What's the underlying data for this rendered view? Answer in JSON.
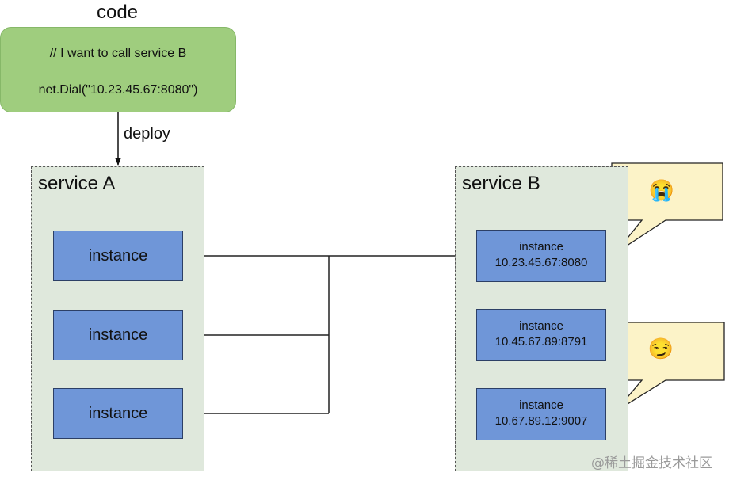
{
  "code": {
    "title": "code",
    "line1": "// I want to call service B",
    "line2": "net.Dial(\"10.23.45.67:8080\")"
  },
  "deploy_label": "deploy",
  "service_a": {
    "label": "service A",
    "instances": [
      "instance",
      "instance",
      "instance"
    ]
  },
  "service_b": {
    "label": "service B",
    "instances": [
      {
        "label": "instance",
        "address": "10.23.45.67:8080"
      },
      {
        "label": "instance",
        "address": "10.45.67.89:8791"
      },
      {
        "label": "instance",
        "address": "10.67.89.12:9007"
      }
    ]
  },
  "callouts": [
    {
      "icon": "crying-face-icon",
      "glyph": "😭"
    },
    {
      "icon": "smirking-face-icon",
      "glyph": "😏"
    }
  ],
  "watermark": "@稀土掘金技术社区",
  "colors": {
    "code_box": "#9fcd7e",
    "service_box": "#dfe8dc",
    "instance": "#6f96d8",
    "callout": "#fcf3c8"
  }
}
